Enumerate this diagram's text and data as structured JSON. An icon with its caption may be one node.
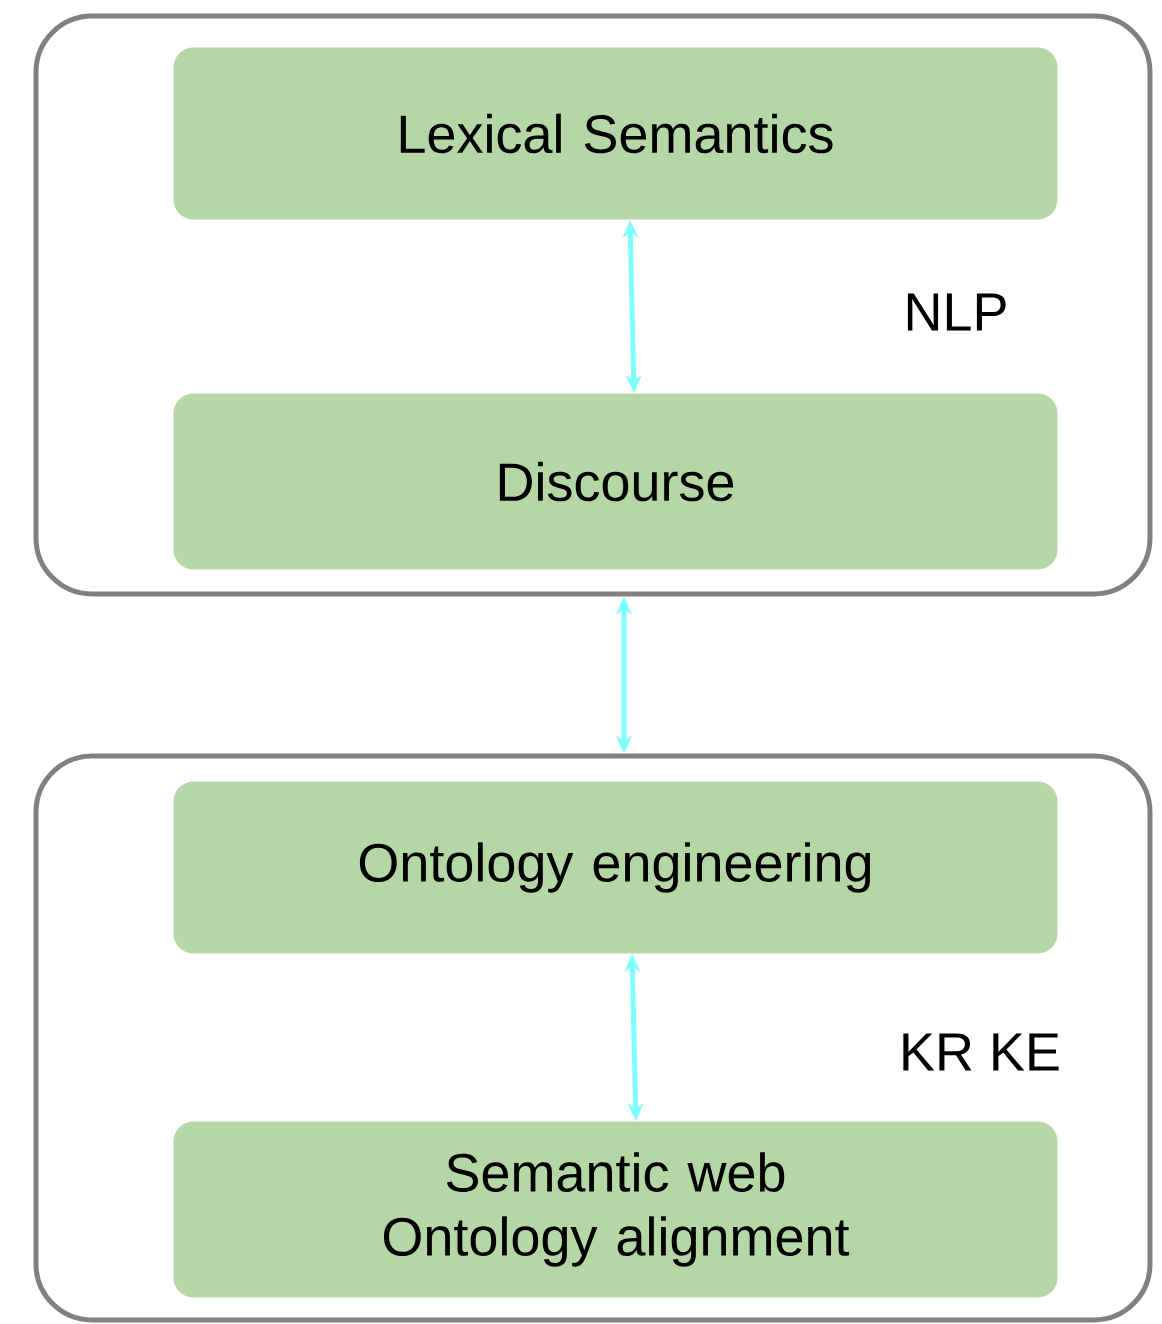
{
  "diagram": {
    "nodes": [
      {
        "text": [
          "NLP"
        ]
      },
      {
        "text": [
          "Lexical Semantics"
        ],
        "in": 0
      },
      {
        "text": [
          "Discourse"
        ],
        "in": 0
      },
      {
        "text": [
          "KR KE"
        ]
      },
      {
        "text": [
          "Ontology engineering"
        ],
        "in": 3
      },
      {
        "text": [
          "Semantic web Ontology alignment"
        ],
        "in": 3
      }
    ],
    "edges": [
      {
        "from": 1,
        "to": 2,
        "arrow": "both"
      },
      {
        "from": 0,
        "to": 3,
        "arrow": "both"
      },
      {
        "from": 4,
        "to": 5,
        "arrow": "both"
      }
    ]
  }
}
